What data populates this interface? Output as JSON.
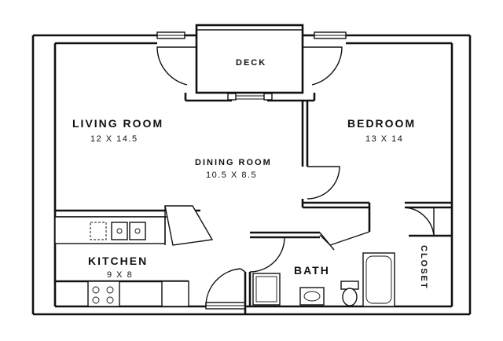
{
  "plan": {
    "deck_label": "DECK",
    "living_room": {
      "name": "LIVING ROOM",
      "dims": "12 X 14.5"
    },
    "bedroom": {
      "name": "BEDROOM",
      "dims": "13 X 14"
    },
    "dining_room": {
      "name": "DINING ROOM",
      "dims": "10.5 X 8.5"
    },
    "kitchen": {
      "name": "KITCHEN",
      "dims": "9 X 8"
    },
    "bath": {
      "name": "BATH"
    },
    "closet": {
      "name": "CLOSET"
    }
  }
}
